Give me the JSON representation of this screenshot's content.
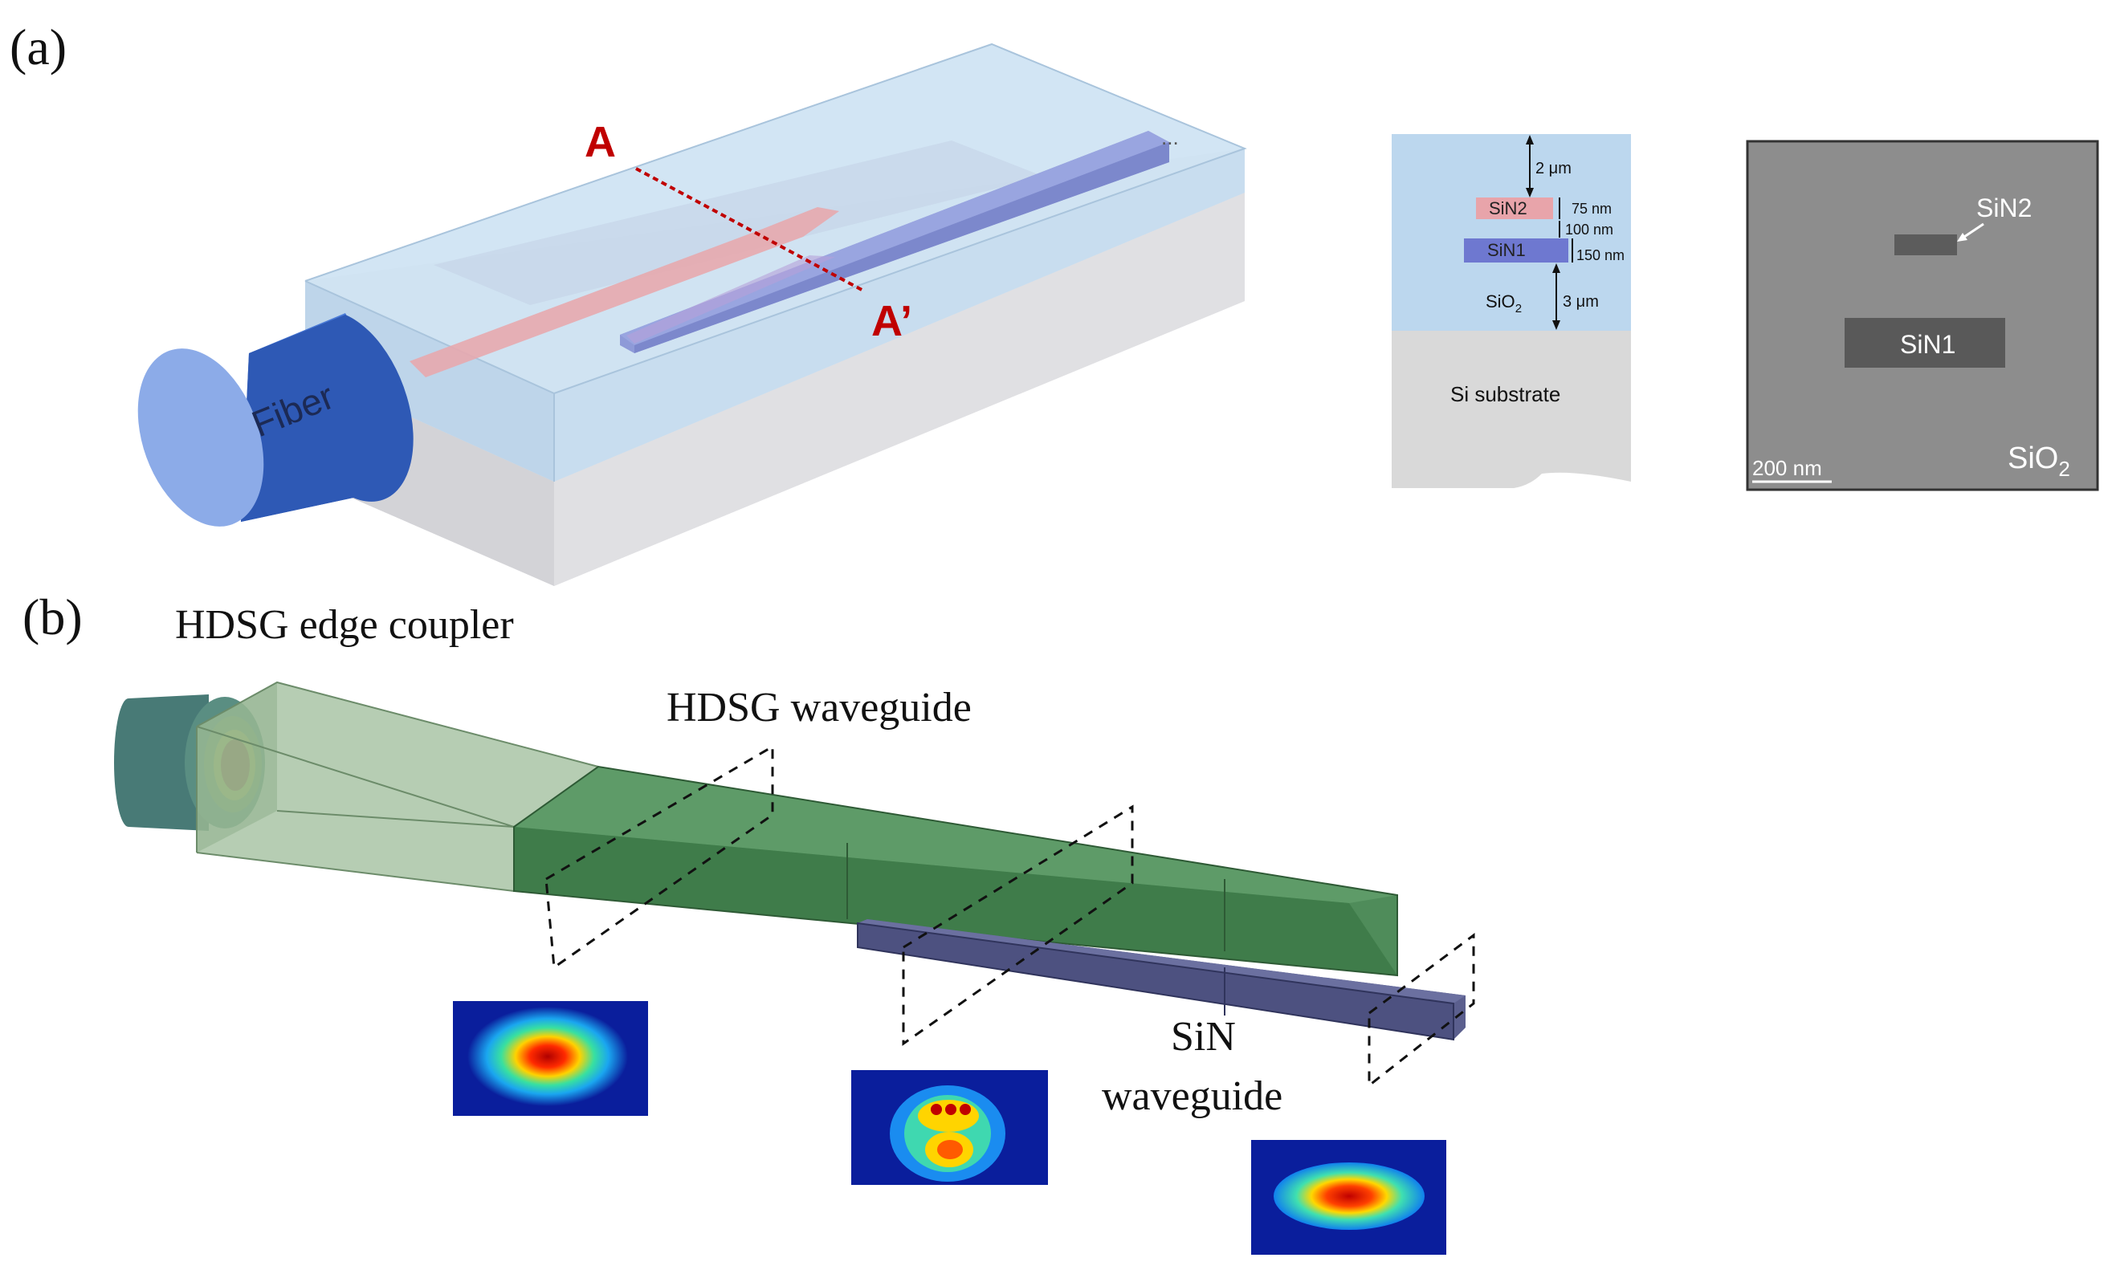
{
  "panel_a": {
    "label": "(a)",
    "fiber_label": "Fiber",
    "section_start": "A",
    "section_end": "A’",
    "cross_section": {
      "top_clad": "2 μm",
      "sin2": "SiN2",
      "sin2_thickness": "75 nm",
      "gap": "100 nm",
      "sin1": "SiN1",
      "sin1_thickness": "150 nm",
      "sio2_main": "SiO",
      "sio2_sub": "2",
      "bottom_clad": "3 μm",
      "substrate": "Si substrate"
    },
    "sem": {
      "sin2": "SiN2",
      "sin1": "SiN1",
      "scale": "200 nm",
      "sio2_main": "SiO",
      "sio2_sub": "2"
    }
  },
  "panel_b": {
    "label": "(b)",
    "title": "HDSG edge coupler",
    "waveguide_label": "HDSG waveguide",
    "sin_label_line1": "SiN",
    "sin_label_line2": "waveguide"
  },
  "colors": {
    "cladding": "#cfe3f4",
    "substrate": "#d9d9d9",
    "fiber": "#3f6fc9",
    "sin1": "#7f8fdc",
    "sin2": "#e8a4aa",
    "section_line": "#c00000",
    "hdsg_green": "#4e8a58",
    "sin_purple": "#5a5f8c",
    "sem_bg": "#8c8c8c"
  }
}
